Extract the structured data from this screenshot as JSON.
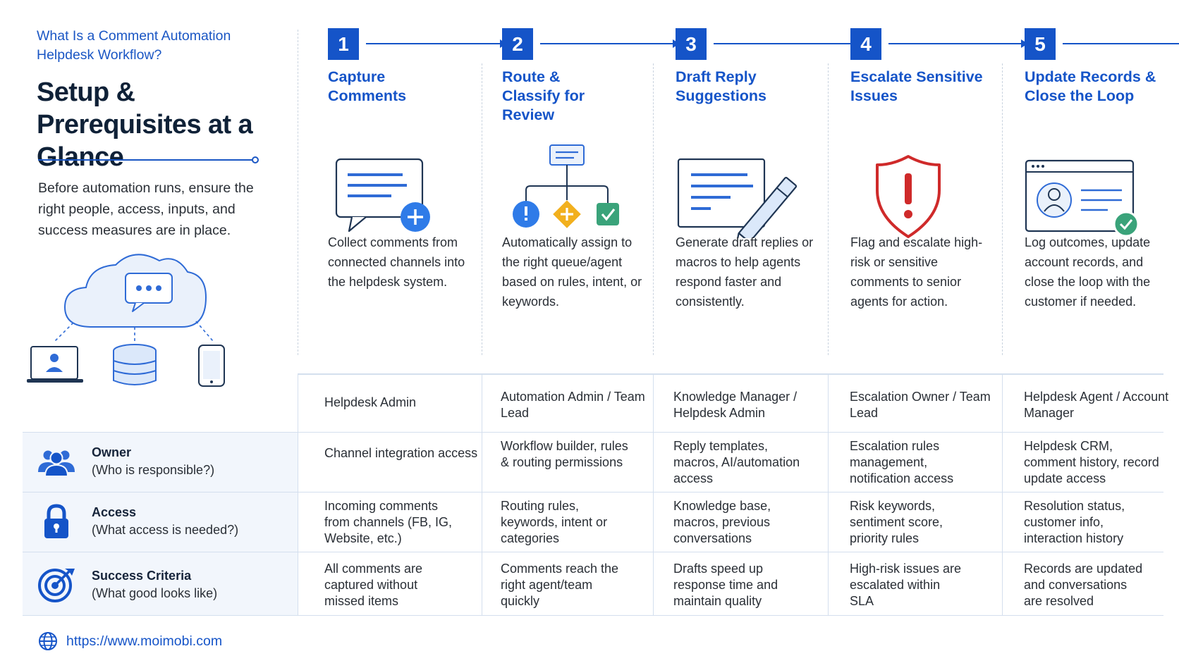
{
  "left": {
    "kicker": "What Is a Comment Automation Helpdesk Workflow?",
    "title": "Setup & Prerequisites at a Glance",
    "intro": "Before automation runs, ensure the right people, access, inputs, and success measures are in place."
  },
  "colors": {
    "primary": "#1554c8",
    "warning": "#f2b01e",
    "success": "#3aa37a",
    "danger": "#cf2a2a",
    "tint": "#f2f6fc"
  },
  "steps": [
    {
      "number": "1",
      "title": "Capture Comments",
      "icon": "chat-plus-icon",
      "description": "Collect comments from connected channels into the helpdesk system."
    },
    {
      "number": "2",
      "title": "Route & Classify for Review",
      "icon": "routing-tree-icon",
      "description": "Automatically assign to the right queue/agent based on rules, intent, or keywords."
    },
    {
      "number": "3",
      "title": "Draft Reply Suggestions",
      "icon": "document-pencil-icon",
      "description": "Generate draft replies or macros to help agents respond faster and consistently."
    },
    {
      "number": "4",
      "title": "Escalate Sensitive Issues",
      "icon": "shield-alert-icon",
      "description": "Flag and escalate high-risk or sensitive comments to senior agents for action."
    },
    {
      "number": "5",
      "title": "Update Records & Close the Loop",
      "icon": "record-check-icon",
      "description": "Log outcomes, update account records, and close the loop with the customer if needed."
    }
  ],
  "table": {
    "rows": [
      {
        "label": "",
        "sublabel": "",
        "icon": "",
        "cells": [
          "Helpdesk Admin",
          "Automation Admin / Team Lead",
          "Knowledge Manager / Helpdesk Admin",
          "Escalation Owner / Team Lead",
          "Helpdesk Agent / Account Manager"
        ]
      },
      {
        "label": "Owner",
        "sublabel": "(Who is responsible?)",
        "icon": "people-icon",
        "cells": [
          "Channel integration access",
          "Workflow builder, rules & routing permissions",
          "Reply templates, macros, AI/automation access",
          "Escalation rules management, notification access",
          "Helpdesk CRM, comment history, record update access"
        ]
      },
      {
        "label": "Access",
        "sublabel": "(What access is needed?)",
        "icon": "lock-icon",
        "cells": [
          "Incoming comments from channels (FB, IG, Website, etc.)",
          "Routing rules, keywords, intent or categories",
          "Knowledge base, macros, previous conversations",
          "Risk keywords, sentiment score, priority rules",
          "Resolution status, customer info, interaction history"
        ]
      },
      {
        "label": "Success Criteria",
        "sublabel": "(What good looks like)",
        "icon": "target-icon",
        "cells": [
          "All comments are captured without missed items",
          "Comments reach the right agent/team quickly",
          "Drafts speed up response time and maintain quality",
          "High-risk issues are escalated within SLA",
          "Records are updated and conversations are resolved"
        ]
      }
    ]
  },
  "footer": {
    "url": "https://www.moimobi.com",
    "icon": "globe-icon"
  }
}
